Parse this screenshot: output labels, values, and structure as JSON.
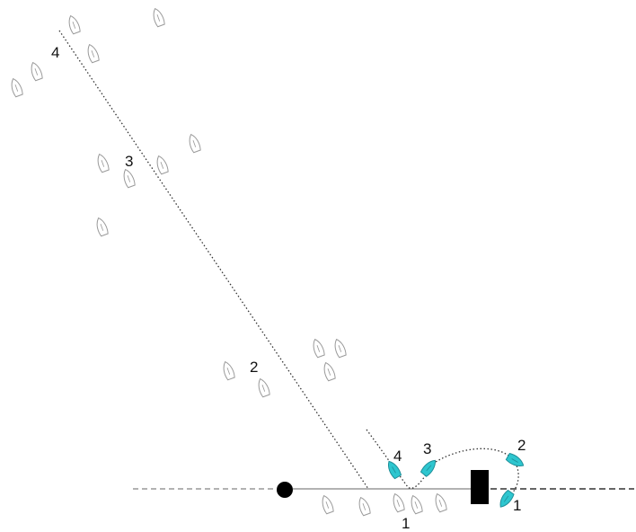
{
  "colors": {
    "background": "#ffffff",
    "fleet_boat_outline": "#9a9a9a",
    "highlight_boat_fill": "#2ec6cf",
    "highlight_boat_outline": "#1f8f99",
    "committee_boat": "#000000",
    "pin_mark": "#000000",
    "track_line": "#333333",
    "start_line": "#666666"
  },
  "marks": {
    "pin_end": "circle",
    "committee_end": "rectangle"
  },
  "numbered_positions": {
    "left_track": [
      "4",
      "3",
      "2",
      "1"
    ],
    "right_track": [
      "4",
      "3",
      "2",
      "1"
    ]
  }
}
